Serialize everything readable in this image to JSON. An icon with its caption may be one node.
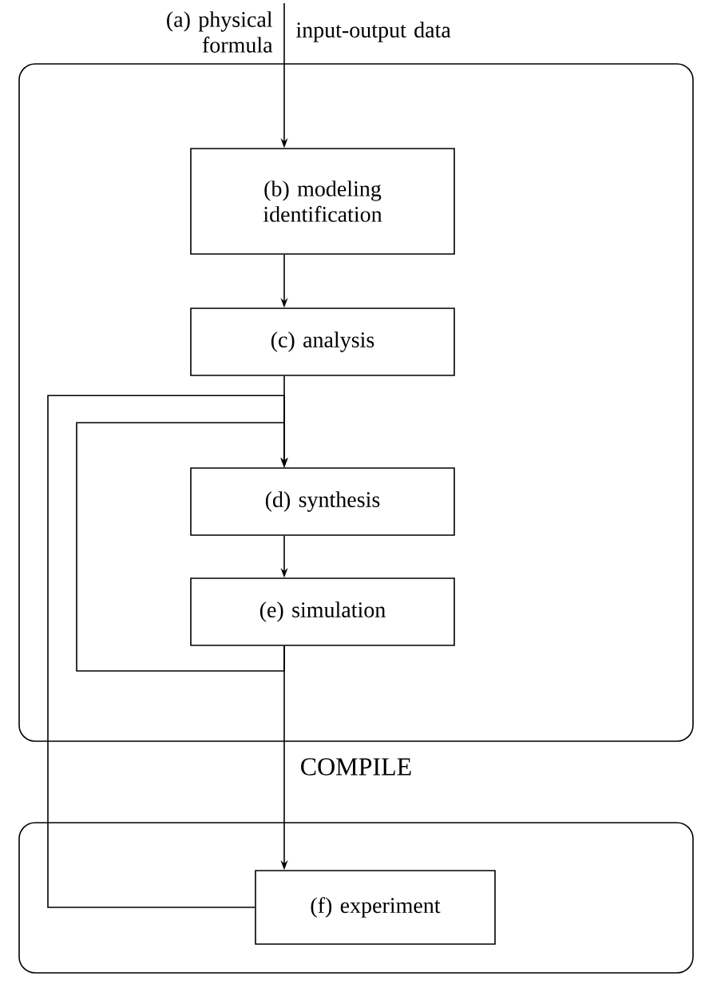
{
  "diagram": {
    "nodes": [
      {
        "text": [],
        "shape": "box"
      },
      {
        "text": [
          "(b) modeling identification"
        ],
        "in": 0
      },
      {
        "text": [
          "(c) analysis"
        ],
        "in": 0
      },
      {
        "text": [
          "(d) synthesis"
        ],
        "in": 0
      },
      {
        "text": [
          "(e) simulation"
        ],
        "in": 0
      },
      {
        "text": [],
        "shape": "box"
      },
      {
        "text": [
          "(f) experiment"
        ],
        "in": 5
      }
    ],
    "edges": [
      {
        "from": null,
        "to": 1,
        "arrow": "to"
      },
      {
        "from": 1,
        "to": 2,
        "arrow": "to"
      },
      {
        "from": 2,
        "to": 3,
        "arrow": "to"
      },
      {
        "from": 3,
        "to": 4,
        "arrow": "to"
      },
      {
        "from": 4,
        "to": 6,
        "arrow": "to"
      },
      {
        "from": 4,
        "to": 3,
        "arrow": "to"
      },
      {
        "from": 6,
        "to": 3,
        "arrow": "to"
      }
    ],
    "labels": [
      "(a) physical formula",
      "input-output data",
      "COMPILE"
    ]
  }
}
